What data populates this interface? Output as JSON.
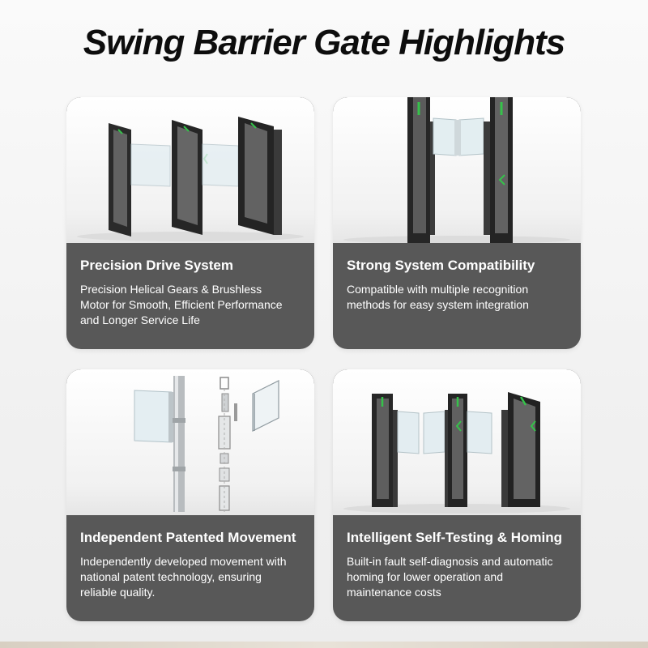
{
  "title": "Swing Barrier Gate Highlights",
  "colors": {
    "accent_green": "#35c24a",
    "card_bg": "#585858",
    "title_color": "#0d0d0d"
  },
  "cards": [
    {
      "heading": "Precision Drive System",
      "lines": [
        "Precision Helical Gears & Brushless",
        "Motor for Smooth, Efficient Performance",
        "and Longer Service Life"
      ],
      "image": "three-swing-gates-image"
    },
    {
      "heading": "Strong System Compatibility",
      "lines": [
        "Compatible with multiple recognition",
        "methods for easy system integration"
      ],
      "image": "gate-close-up-image"
    },
    {
      "heading": "Independent Patented Movement",
      "lines": [
        "Independently developed movement with",
        "national patent technology, ensuring",
        "reliable quality."
      ],
      "image": "exploded-movement-image"
    },
    {
      "heading": "Intelligent Self-Testing & Homing",
      "lines": [
        "Built-in fault self-diagnosis and automatic",
        "homing for lower operation and",
        "maintenance costs"
      ],
      "image": "gate-lanes-image"
    }
  ]
}
